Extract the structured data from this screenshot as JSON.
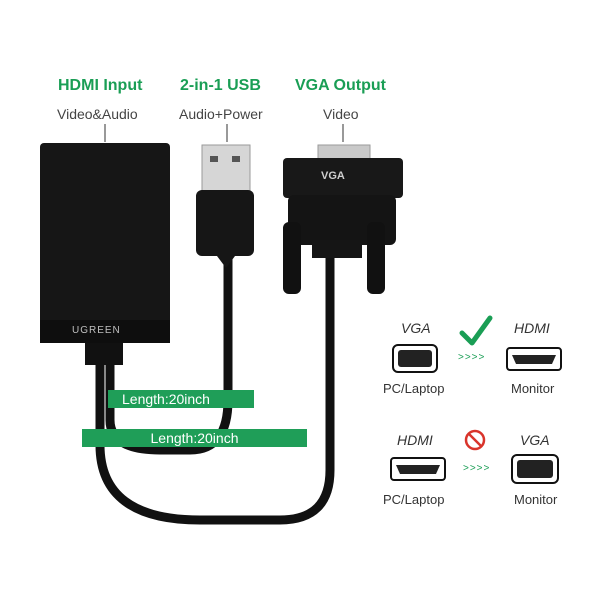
{
  "ports": {
    "hdmi_input": {
      "title": "HDMI Input",
      "subtitle": "Video&Audio"
    },
    "usb": {
      "title": "2-in-1 USB",
      "subtitle": "Audio+Power"
    },
    "vga_output": {
      "title": "VGA Output",
      "subtitle": "Video"
    }
  },
  "device": {
    "brand_text": "UGREEN",
    "vga_plug_text": "VGA"
  },
  "lengths": [
    {
      "label": "Length:20inch"
    },
    {
      "label": "Length:20inch"
    }
  ],
  "compatibility": {
    "supported": {
      "from_port": "VGA",
      "to_port": "HDMI",
      "from_device": "PC/Laptop",
      "to_device": "Monitor",
      "arrows": ">>>>",
      "status_icon": "check-icon"
    },
    "unsupported": {
      "from_port": "HDMI",
      "to_port": "VGA",
      "from_device": "PC/Laptop",
      "to_device": "Monitor",
      "arrows": ">>>>",
      "status_icon": "prohibited-icon"
    }
  },
  "colors": {
    "accent_green": "#1a9e55",
    "band_green": "#1f9e58",
    "no_red": "#d9342b",
    "cable_black": "#111111"
  }
}
